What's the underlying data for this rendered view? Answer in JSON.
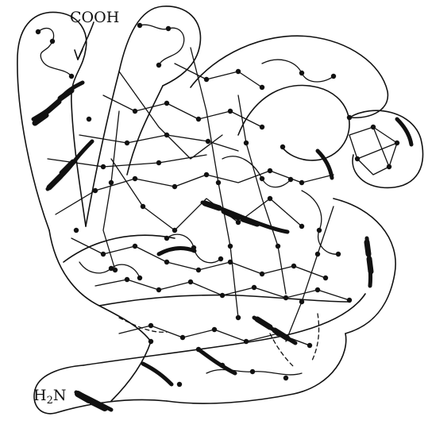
{
  "labels": {
    "c_terminus": "COOH",
    "n_terminus_h": "H",
    "n_terminus_sub": "2",
    "n_terminus_n": "N"
  },
  "colors": {
    "ink": "#111111",
    "background": "#ffffff"
  },
  "figure": {
    "subject": "protein-backbone-ribbon",
    "features": [
      "outer-ribbon-outline",
      "alpha-helices",
      "backbone-trace",
      "atom-dots",
      "dashed-segments"
    ]
  }
}
